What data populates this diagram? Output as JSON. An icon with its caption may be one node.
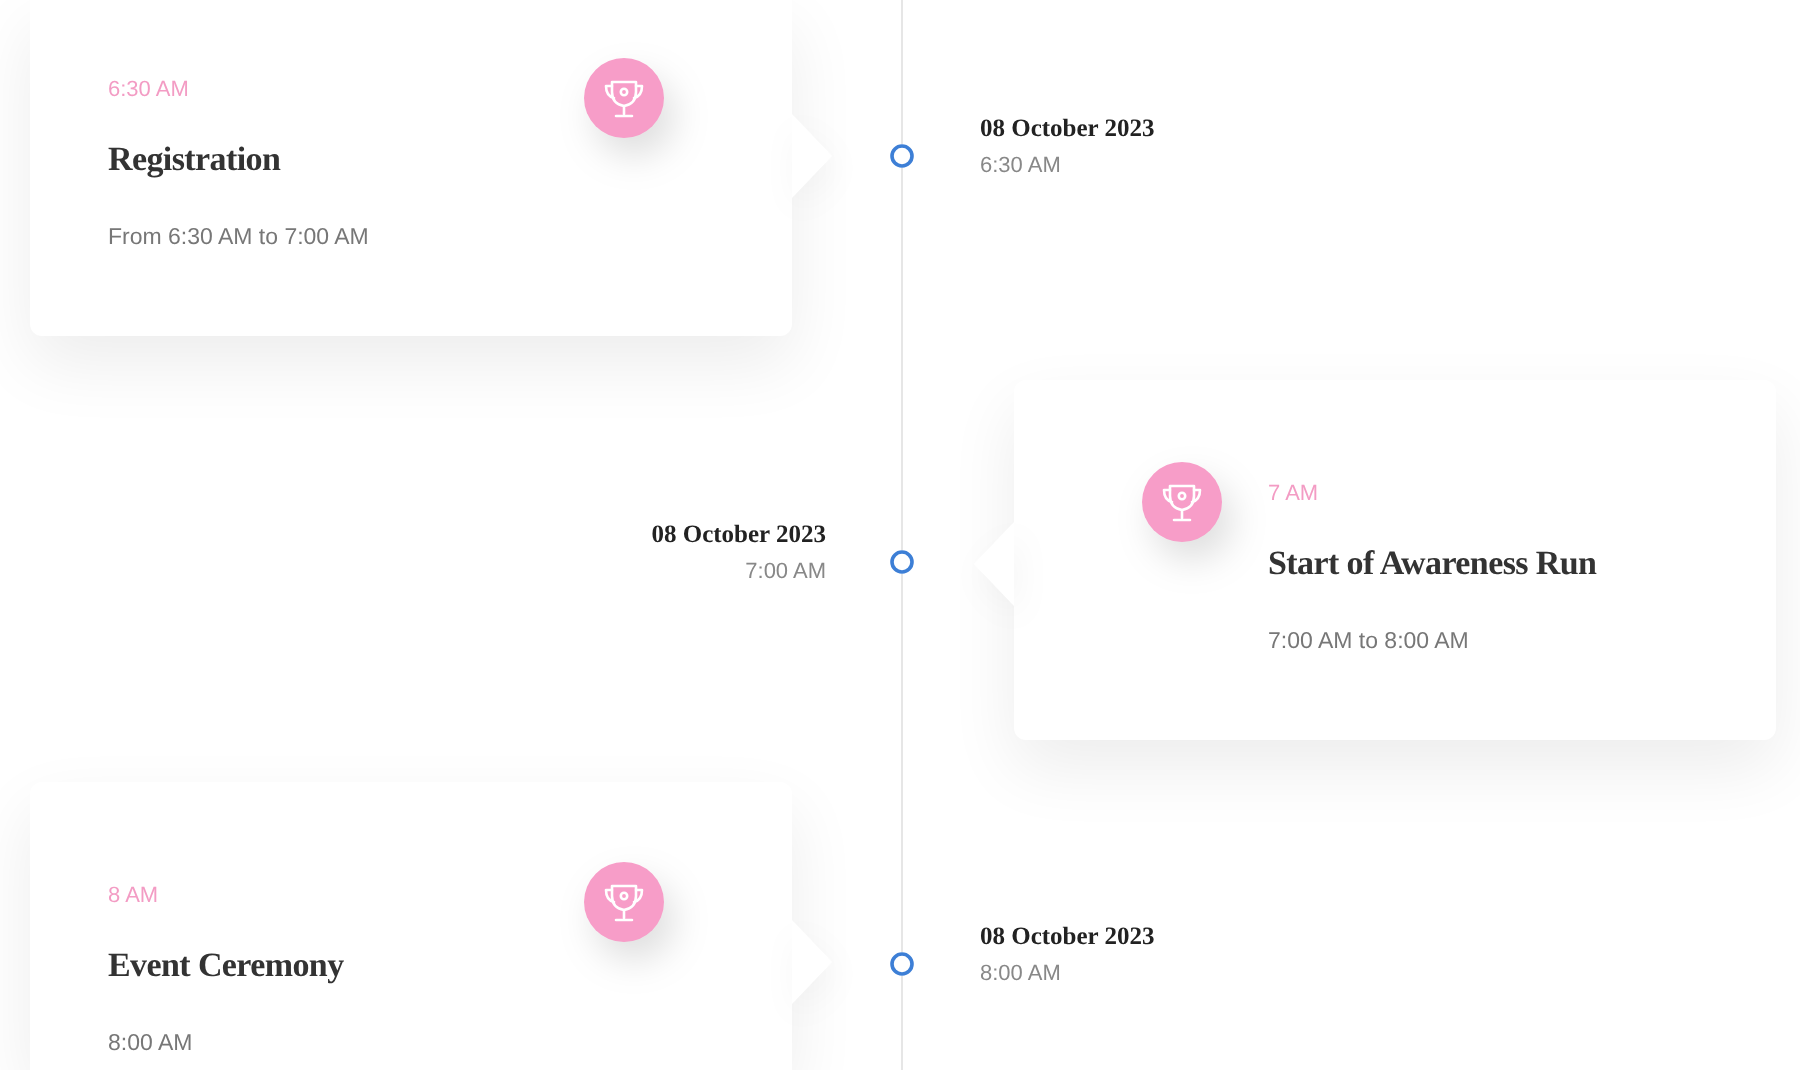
{
  "diagram": {
    "nodes": [
      {
        "text": [
          "6:30 AM",
          "Registration",
          "From 6:30 AM to 7:00 AM"
        ]
      },
      {
        "text": [],
        "shape": "circle",
        "beside": [
          "08 October 2023",
          "6:30 AM"
        ]
      },
      {
        "text": [],
        "shape": "circle",
        "beside": [
          "08 October 2023",
          "7:00 AM"
        ]
      },
      {
        "text": [
          "7 AM",
          "Start of Awareness Run",
          "7:00 AM to 8:00 AM"
        ]
      },
      {
        "text": [
          "8 AM",
          "Event Ceremony",
          "8:00 AM"
        ]
      },
      {
        "text": [],
        "shape": "circle",
        "beside": [
          "08 October 2023",
          "8:00 AM"
        ]
      }
    ],
    "edges": [
      {
        "from": null,
        "to": 1,
        "arrow": "none"
      },
      {
        "from": 1,
        "to": 2,
        "arrow": "none"
      },
      {
        "from": 2,
        "to": 5,
        "arrow": "none"
      },
      {
        "from": 5,
        "to": null,
        "arrow": "none"
      }
    ]
  }
}
